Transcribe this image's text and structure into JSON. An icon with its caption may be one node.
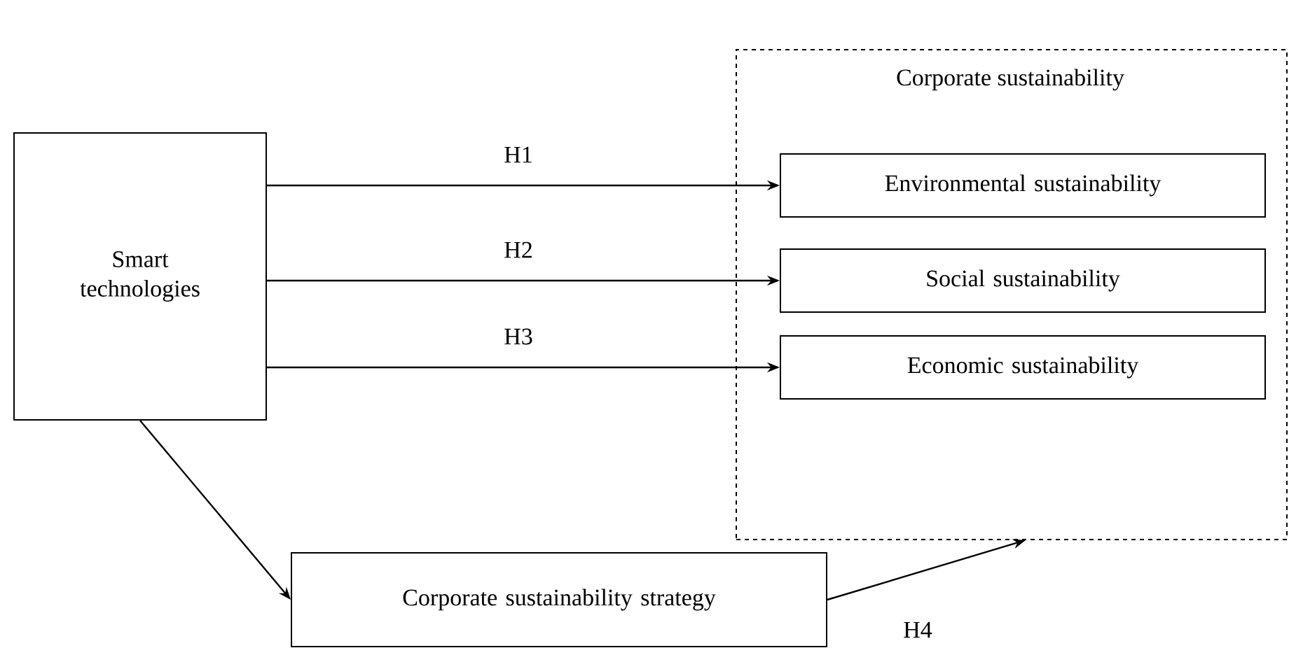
{
  "diagram": {
    "nodes": [
      {
        "text": [
          "Smart technologies"
        ]
      },
      {
        "text": [
          "Corporate sustainability"
        ]
      },
      {
        "text": [
          "Environmental sustainability"
        ],
        "in": 1
      },
      {
        "text": [
          "Social sustainability"
        ],
        "in": 1
      },
      {
        "text": [
          "Economic sustainability"
        ],
        "in": 1
      },
      {
        "text": [
          "Corporate sustainability strategy"
        ]
      }
    ],
    "edges": [
      {
        "from": 0,
        "to": 2,
        "arrow": "to",
        "label": "H1"
      },
      {
        "from": 0,
        "to": 3,
        "arrow": "to",
        "label": "H2"
      },
      {
        "from": 0,
        "to": 4,
        "arrow": "to",
        "label": "H3"
      },
      {
        "from": 0,
        "to": 5,
        "arrow": "to"
      },
      {
        "from": 5,
        "to": 1,
        "arrow": "to",
        "label": "H4"
      }
    ]
  }
}
